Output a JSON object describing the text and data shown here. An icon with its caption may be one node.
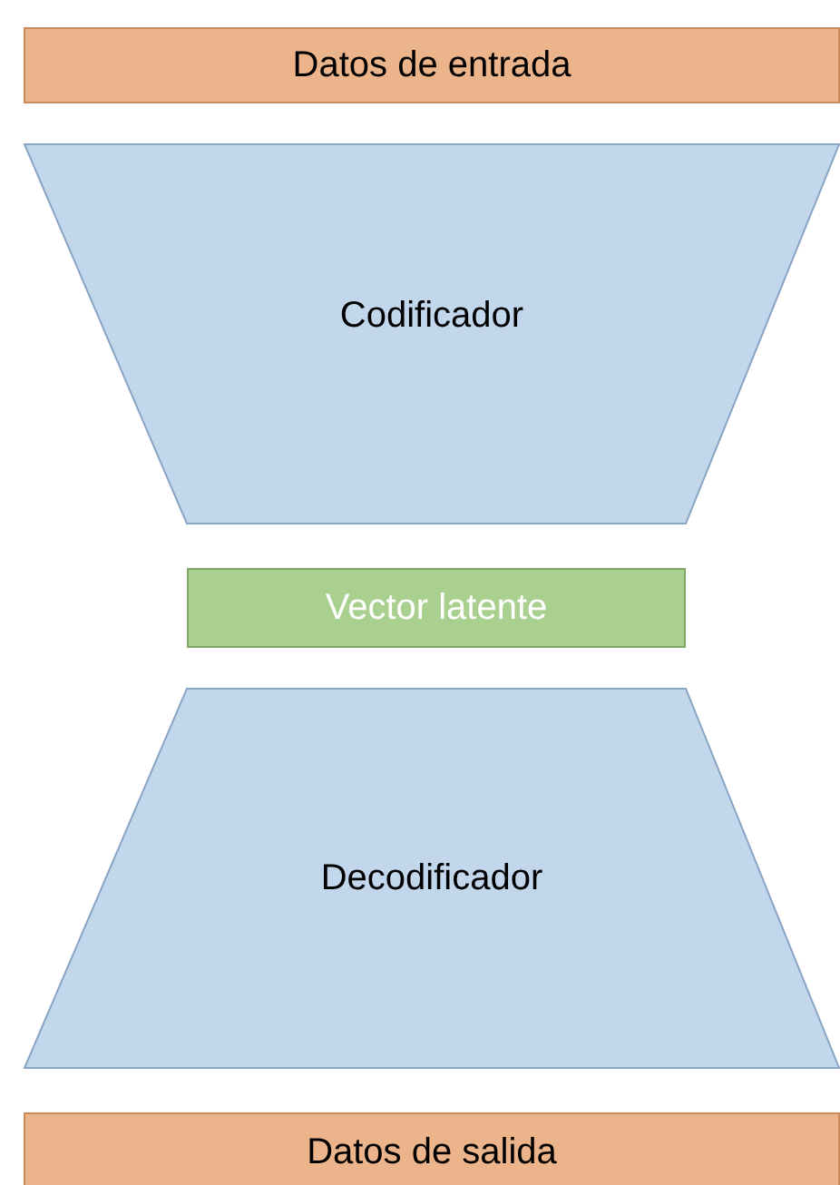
{
  "diagram": {
    "nodes": [
      {
        "text": [
          "Datos de entrada"
        ]
      },
      {
        "text": [
          "Codificador"
        ]
      },
      {
        "text": [
          "Vector latente"
        ]
      },
      {
        "text": [
          "Decodificador"
        ]
      },
      {
        "text": [
          "Datos de salida"
        ]
      }
    ]
  }
}
